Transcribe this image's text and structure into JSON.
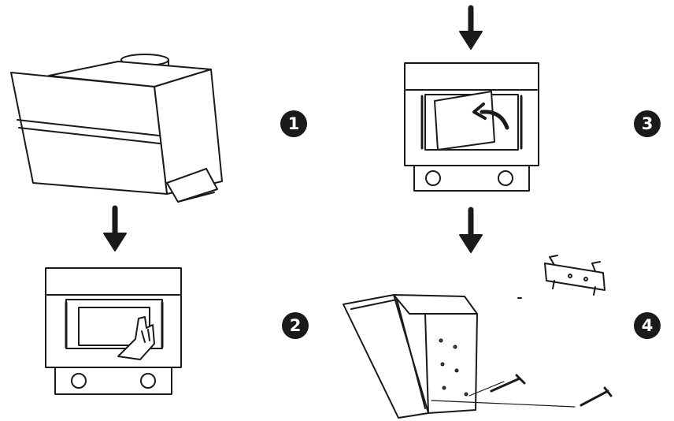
{
  "steps": [
    {
      "number": "1",
      "name": "tilted-glass-hood"
    },
    {
      "number": "2",
      "name": "hand-removing-filter"
    },
    {
      "number": "3",
      "name": "filter-swing-out"
    },
    {
      "number": "4",
      "name": "wall-mounting-with-bracket-and-screws"
    }
  ],
  "colors": {
    "line": "#1a1a1a",
    "fill": "#ffffff",
    "badge": "#1a1a1a",
    "badge_text": "#ffffff"
  },
  "icons": [
    "down-arrow-icon",
    "step-number-badge",
    "hand-icon",
    "wall-bracket-icon",
    "screw-icon"
  ]
}
